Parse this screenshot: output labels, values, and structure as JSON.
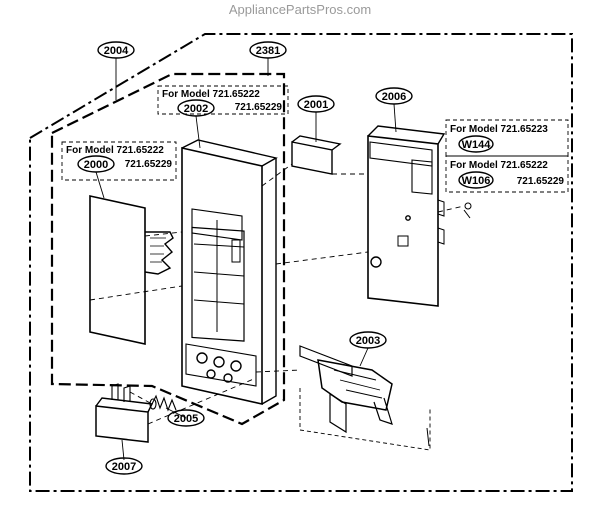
{
  "watermark": "AppliancePartsPros.com",
  "callouts": {
    "p2004": "2004",
    "p2381": "2381",
    "p2002": "2002",
    "p2001": "2001",
    "p2006": "2006",
    "p2000": "2000",
    "p2003": "2003",
    "p2005": "2005",
    "p2007": "2007",
    "pW144": "W144",
    "pW106": "W106"
  },
  "model_notes": {
    "a_line1": "For Model  721.65222",
    "a_line2": "721.65229",
    "b_line1": "For Model  721.65222",
    "b_line2": "721.65229",
    "c_line1": "For Model  721.65223",
    "d_line1": "For Model  721.65222",
    "d_line2": "721.65229"
  }
}
